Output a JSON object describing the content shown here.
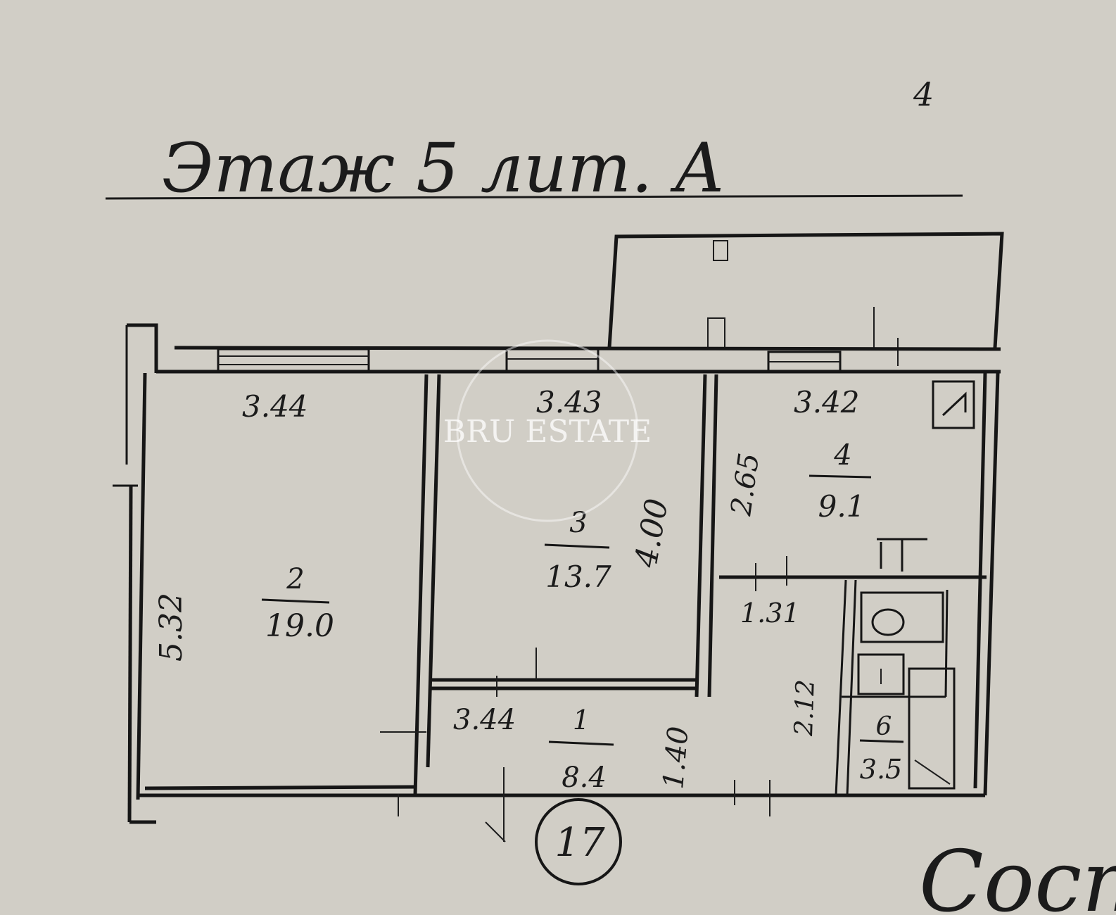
{
  "header": {
    "title": "Этаж 5 лит. А",
    "title_superscript": "4"
  },
  "rooms": [
    {
      "number": "2",
      "area": "19.0"
    },
    {
      "number": "3",
      "area": "13.7"
    },
    {
      "number": "4",
      "area": "9.1"
    },
    {
      "number": "1",
      "area": "8.4"
    },
    {
      "number": "6",
      "area": "3.5"
    }
  ],
  "dimensions": {
    "room2_width": "3.44",
    "room3_width": "3.43",
    "room4_width": "3.42",
    "room2_height": "5.32",
    "room3_height": "4.00",
    "room4_height": "2.65",
    "hall_width": "3.44",
    "hall_height": "1.40",
    "corridor_width": "1.31",
    "bath_height": "2.12"
  },
  "stamp": {
    "label": "17"
  },
  "watermark": {
    "label": "BRU ESTATE"
  },
  "footer": {
    "handwriting": "Соста"
  }
}
